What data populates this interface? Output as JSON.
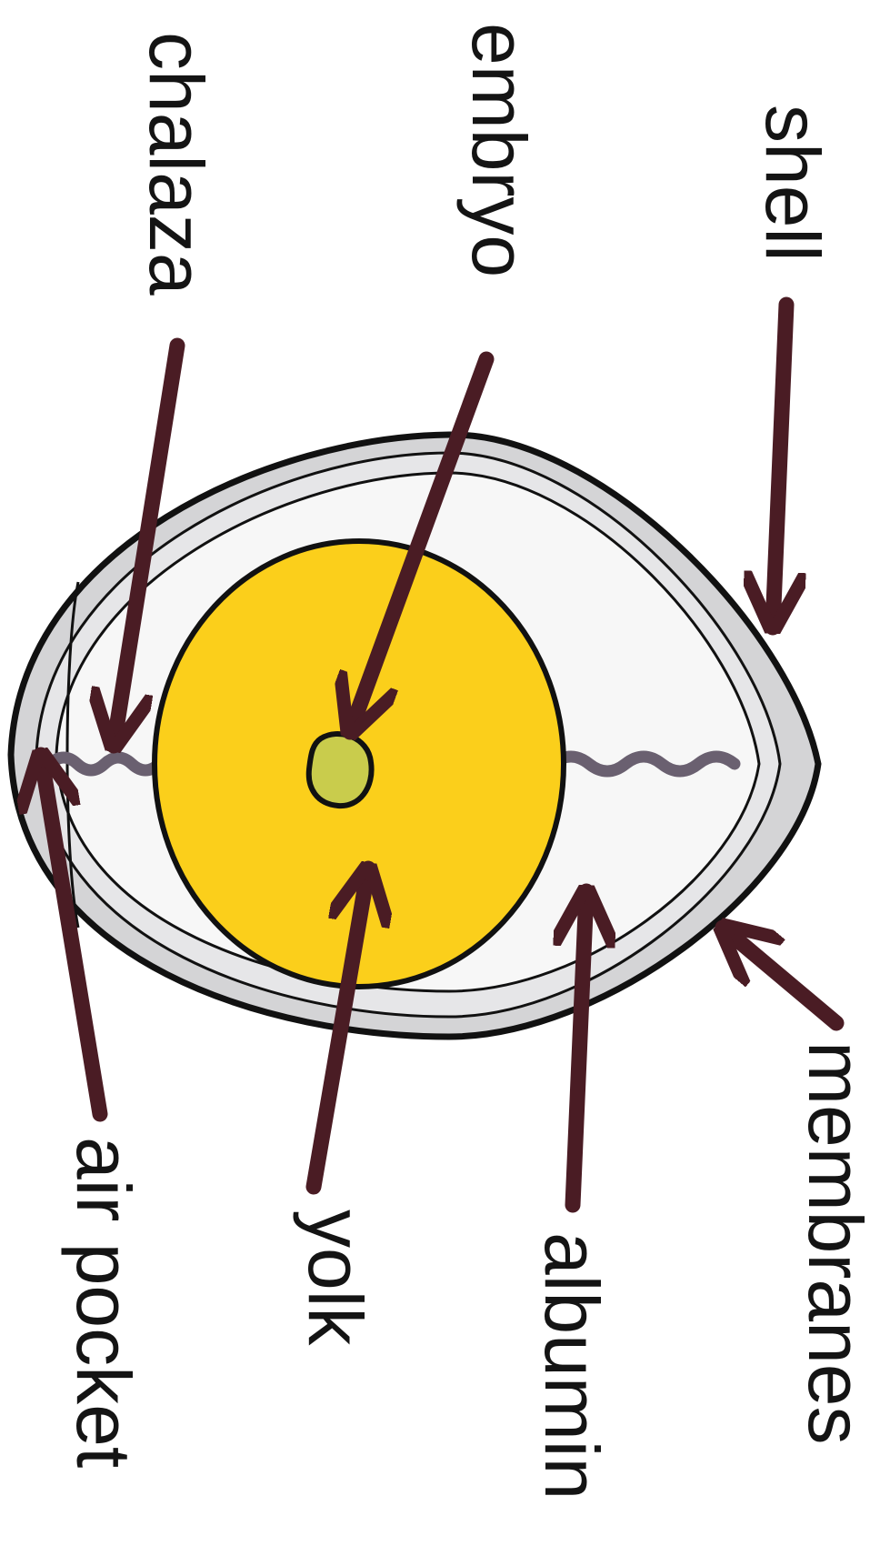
{
  "diagram": {
    "labels": {
      "shell": "shell",
      "embryo": "embryo",
      "chalaza": "chalaza",
      "membranes": "membranes",
      "albumin": "albumin",
      "yolk": "yolk",
      "air_pocket": "air pocket"
    },
    "colors": {
      "arrow": "#4a1c24",
      "yolk": "#fbcf1b",
      "embryo": "#c9cc4c",
      "albumin": "#f7f7f7",
      "membrane_grey": "#d4d4d6",
      "chalaza_strand": "#6a6070",
      "outline": "#111111"
    }
  }
}
